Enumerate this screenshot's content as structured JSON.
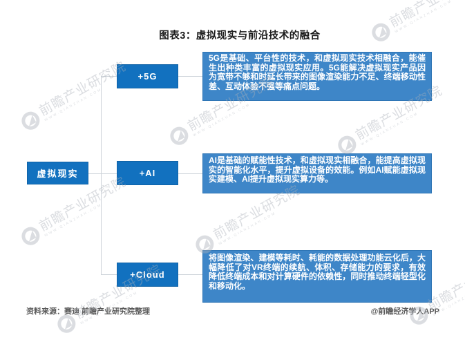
{
  "title": "图表3：虚拟现实与前沿技术的融合",
  "root_node": {
    "label": "虚拟现实"
  },
  "branches": [
    {
      "label": "+5G",
      "description": "5G是基础、平台性的技术，和虚拟现实技术相融合，能催生出种类丰富的虚拟现实应用。5G能解决虚拟现实产品因为宽带不够和时延长带来的图像渲染能力不足、终端移动性差、互动体验不强等痛点问题。"
    },
    {
      "label": "+AI",
      "description": "AI是基础的赋能性技术，和虚拟现实相融合，能提高虚拟现实的智能化水平，提升虚拟设备的效能。例如AI赋能虚拟现实建模、AI提升虚拟现实算力等。"
    },
    {
      "label": "+Cloud",
      "description": "将图像渲染、建模等耗时、耗能的数据处理功能云化后，大幅降低了对VR终端的续航、体积、存储能力的要求，有效降低终端成本和对计算硬件的依赖性，同时推动终端轻型化和移动化。"
    }
  ],
  "footer": {
    "source": "资料来源：赛迪 前瞻产业研究院整理",
    "credit": "@前瞻经济学人APP"
  },
  "watermark": {
    "text": "前瞻产业研究院",
    "subtext": "WWW.QIANZHAN.COM"
  },
  "colors": {
    "node_blue": "#1271bf",
    "panel_blue": "#3e86c8",
    "connector_gray": "#ccd2d8",
    "title_text": "#1a1a1a",
    "footer_gray": "#595959",
    "watermark_gray": "#aab0b8"
  }
}
